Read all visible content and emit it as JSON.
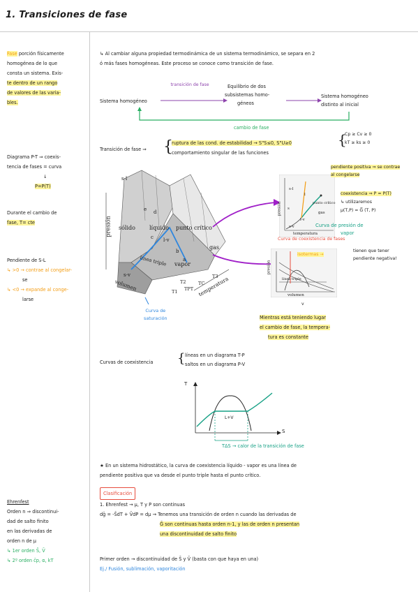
{
  "title": "1. Transiciones de fase",
  "side": {
    "fase_def": {
      "word": "Fase",
      "l1": "porción físicamente",
      "l2": "homogénea de lo que",
      "l3": "consta un sistema. Exis-",
      "l4": "te dentro de un rango",
      "l5": "de valores de las varia-",
      "l6": "bles."
    },
    "diagrama": {
      "l1": "Diagrama P-T ⇒ coexis-",
      "l2": "tencia de fases = curva",
      "l3": "↓",
      "l4": "P=P(T)"
    },
    "durante": {
      "l1": "Durante el cambio de",
      "l2": "fase, T= cte"
    },
    "pendiente": {
      "l1": "Pendiente de S-L",
      "l2": "↳ >0 → contrae al congelar-",
      "l3": "se",
      "l4": "↳ <0 → expande al conge-",
      "l5": "larse"
    },
    "ehrenfest": {
      "h": "Ehrenfest",
      "l1": "Orden n ⇒ discontinui-",
      "l2": "dad de salto finito",
      "l3": "en las derivadas de",
      "l4": "orden n de μ",
      "l5": "↳ 1er orden  S̄, V̄",
      "l6": "↳ 2º orden  c̄p, α, kT"
    }
  },
  "main": {
    "intro1": "↳ Al cambiar alguna propiedad termodinámica de un sistema termodinámico, se separa en 2",
    "intro2": "ó más fases homogéneas. Este proceso se conoce como transición de fase.",
    "flow": {
      "a": "Sistema homogéneo",
      "arrow1": "transición de fase",
      "b1": "Equilibrio de dos",
      "b2": "subsistemas homo-",
      "b3": "géneos",
      "c1": "Sistema homogéneo",
      "c2": "distinto al inicial",
      "back": "cambio de fase"
    },
    "tf": {
      "lead": "Transición de fase ⇒",
      "r1": "ruptura de las cond. de estabilidad → S\"S≤0, S\"U≥0",
      "r2": "comportamiento singular de las funciones",
      "c1": "Cp ≥ Cv ≥ 0",
      "c2": "kT ≥ ks ≥ 0"
    },
    "diagram3d": {
      "sl": "s-l",
      "solido": "sólido",
      "liquido": "líquido",
      "punto": "punto crítico",
      "lv": "l-v",
      "gas": "gas",
      "vapor": "vapor",
      "linea": "línea triple",
      "sv": "s-v",
      "volumen": "volumen",
      "presion": "presión",
      "temperatura": "temperatura",
      "t1": "T1",
      "t2": "T2",
      "tpt": "TPT",
      "tc": "TC",
      "t3": "T3",
      "e": "e",
      "d": "d",
      "c": "c",
      "b": "b",
      "a": "a",
      "curva": "Curva de",
      "saturacion": "saturación"
    },
    "pt": {
      "pend1": "pendiente positiva ⇒ se contrae",
      "pend2": "al congelarse",
      "coex": "coexistencia ⇒ P = P(T)",
      "util": "↳ utilizaremos",
      "mu": "μ(T,P) = G̅ (T, P)",
      "curva1": "Curva de presión de",
      "curva2": "vapor",
      "curva3": "Curva de coexistencia de fases",
      "iso": "isotermas →",
      "tienen1": "tienen que tener",
      "tienen2": "pendiente negativa!",
      "mient1": "Mientras está teniendo lugar",
      "mient2": "el cambio de fase, la tempera-",
      "mient3": "tura es constante",
      "sl": "s-l",
      "l": "l",
      "pc": "punto crítico",
      "s": "s",
      "gas": "gas",
      "lv": "l-v",
      "sv": "s-v",
      "temp": "temperatura",
      "pres": "presión",
      "vol": "volumen",
      "lt": "línea triple",
      "v": "v"
    },
    "coex": {
      "lead": "Curvas de coexistencia",
      "l1": "líneas en un diagrama T-P",
      "l2": "saltos en un diagrama P-V"
    },
    "ts": {
      "t": "T",
      "s": "S",
      "lv": "L+V",
      "tds": "TΔS → calor de la transición de fase"
    },
    "star1": "★ En un sistema hidrostático, la curva de coexistencia líquido - vapor es una línea de",
    "star2": "pendiente positiva que va desde el punto triple hasta el punto crítico.",
    "clasif": "Clasificación",
    "e1": "1. Ehrenfest → μ, T y P son continuas",
    "e2": "dḡ = -S̄dT + V̄dP = dμ → Tenemos una transición de orden n cuando las derivadas de",
    "e3": "Ḡ son continuas hasta orden n-1, y las de orden n presentan",
    "e4": "una discontinuidad de salto finito",
    "p1": "Primer orden → discontinuidad de S̄ y V̄ (basta con que haya en una)",
    "p2": "Ej./ Fusión, sublimación, vaporitación"
  },
  "colors": {
    "yellow": "#fff59a",
    "orange": "#f39c12",
    "purple": "#8e44ad",
    "green": "#27ae60",
    "blue": "#2e86de",
    "red": "#e74c3c"
  }
}
